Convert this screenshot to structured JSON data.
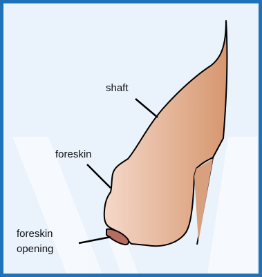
{
  "labels": {
    "shaft": "shaft",
    "foreskin": "foreskin",
    "opening_line1": "foreskin",
    "opening_line2": "opening"
  },
  "colors": {
    "frame_border": "#1f72b8",
    "background": "#eaf2fb",
    "watermark": "#ffffff",
    "skin_light": "#f3d3c3",
    "skin_dark": "#d79a78",
    "outline": "#000000"
  }
}
